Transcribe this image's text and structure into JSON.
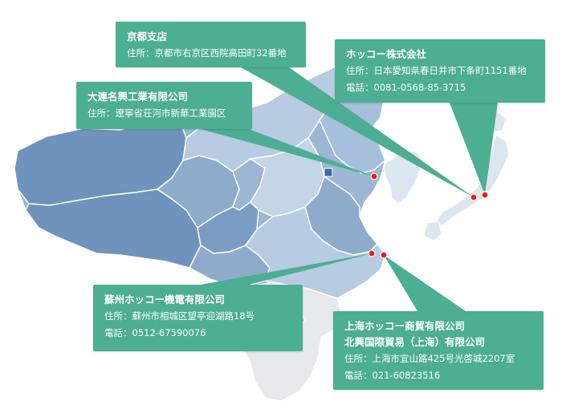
{
  "colors": {
    "callout_bg": "#4cae93",
    "callout_text": "#ffffff",
    "land_dark": "#6f93bc",
    "land_mid": "#9cb6d4",
    "land_light": "#c4d5e8",
    "land_pale": "#dbe6f1",
    "land_gray": "#e6e8ea",
    "border": "#ffffff",
    "marker": "#ee1c1c"
  },
  "offices": [
    {
      "id": "kyoto",
      "name": "京都支店",
      "lines": [
        "住所：京都市右京区西院高田町32番地"
      ]
    },
    {
      "id": "dalian",
      "name": "大連名興工業有限公司",
      "lines": [
        "住所：遼寧省荘河市新華工業園区"
      ]
    },
    {
      "id": "hokkou",
      "name": "ホッコー株式会社",
      "lines": [
        "住所：日本愛知県春日井市下条町1151番地",
        "電話：0081-0568-85-3715"
      ]
    },
    {
      "id": "suzhou",
      "name": "蘇州ホッコー機電有限公司",
      "lines": [
        "住所：蘇州市相城区望亭迎湖路18号",
        "電話：0512-67590076"
      ]
    },
    {
      "id": "shanghai",
      "name": "上海ホッコー商貿有限公司",
      "name2": "北興国際貿易（上海）有限公司",
      "lines": [
        "住所：上海市宜山路425号光啓城2207室",
        "電話：021-60823516"
      ]
    }
  ]
}
